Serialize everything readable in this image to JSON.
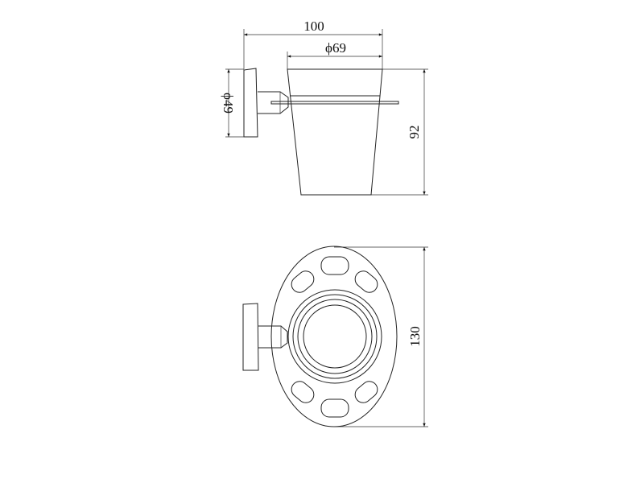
{
  "drawing": {
    "title": "Toothbrush tumbler holder technical drawing",
    "side_view": {
      "dim_overall_width": "100",
      "dim_cup_diameter": "ϕ69",
      "dim_wall_plate_diameter": "ϕ49",
      "dim_height": "92"
    },
    "top_view": {
      "dim_depth": "130"
    }
  }
}
